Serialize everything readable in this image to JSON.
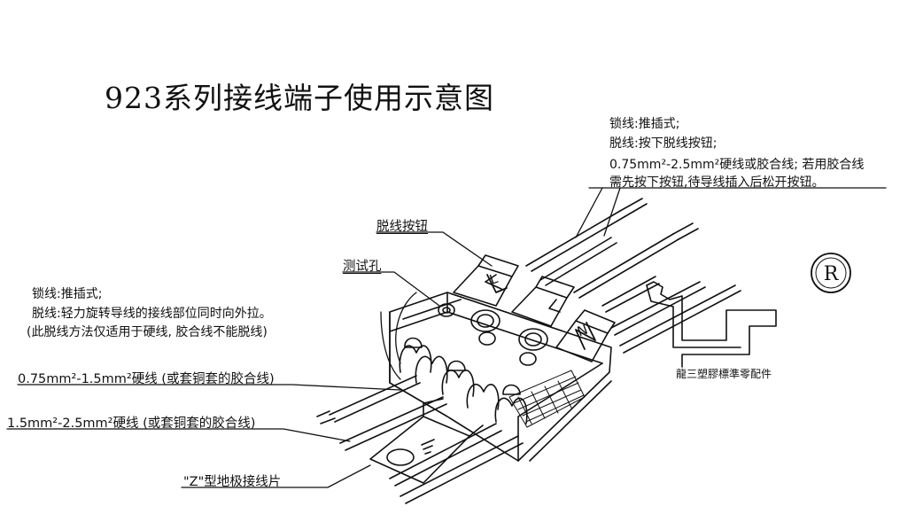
{
  "title": "923系列接线端子使用示意图",
  "top_right_note": {
    "line1": "锁线:推插式;",
    "line2": "脱线:按下脱线按钮;",
    "line3": "0.75mm²-2.5mm²硬线或胶合线; 若用胶合线",
    "line4": "需先按下按钮,待导线插入后松开按钮。"
  },
  "left_note": {
    "line1": "锁线:推插式;",
    "line2": "脱线:轻力旋转导线的接线部位同时向外拉。",
    "line3": "(此脱线方法仅适用于硬线, 胶合线不能脱线)"
  },
  "labels": {
    "release_button": "脱线按钮",
    "test_hole": "测试孔",
    "wire_small": "0.75mm²-1.5mm²硬线 (或套铜套的胶合线)",
    "wire_large": "1.5mm²-2.5mm²硬线 (或套铜套的胶合线)",
    "ground_plate": "\"Z\"型地极接线片",
    "company": "龍三塑膠標準零配件"
  },
  "terminal_marks": {
    "L": "L",
    "N": "N"
  },
  "logo": {
    "registered": "R",
    "registered_icon": "registered-trademark-icon"
  },
  "colors": {
    "line": "#111111",
    "background": "#ffffff"
  }
}
